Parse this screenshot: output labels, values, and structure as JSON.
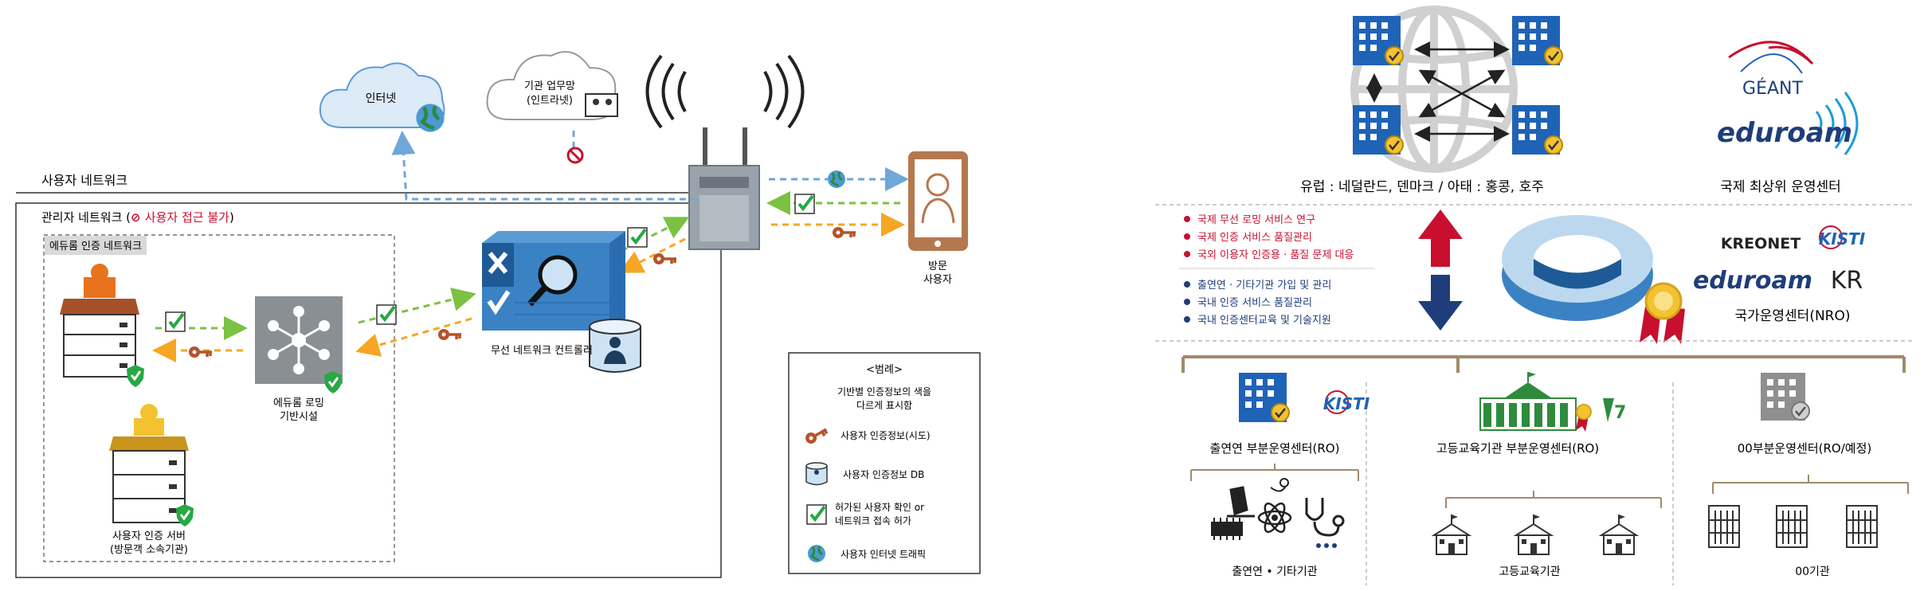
{
  "left": {
    "cloud_internet": "인터넷",
    "cloud_intranet_line1": "기관 업무망",
    "cloud_intranet_line2": "(인트라넷)",
    "user_network": "사용자 네트워크",
    "admin_network_prefix": "관리자 네트워크 (",
    "admin_network_note": "사용자 접근 불가",
    "admin_network_suffix": ")",
    "eduroam_auth_network": "에듀롬 인증 네트워크",
    "controller_label": "무선 네트워크 컨트롤러",
    "roaming_line1": "에듀롬 로밍",
    "roaming_line2": "기반시설",
    "auth_server_line1": "사용자 인증 서버",
    "auth_server_line2": "(방문객 소속기관)",
    "visitor_line1": "방문",
    "visitor_line2": "사용자",
    "legend": {
      "title": "<범례>",
      "desc_line1": "기반별 인증정보의 색을",
      "desc_line2": "다르게 표시함",
      "item_key": "사용자 인증정보(시도)",
      "item_db": "사용자 인증정보 DB",
      "item_check_line1": "허가된 사용자 확인 or",
      "item_check_line2": "네트워크 접속 허가",
      "item_globe": "사용자 인터넷 트래픽"
    }
  },
  "right": {
    "region_label": "유럽 : 네덜란드, 덴마크 / 아태 : 홍콩, 호주",
    "geant": "GÉANT",
    "eduroam": "eduroam",
    "top_operator": "국제 최상위 운영센터",
    "intl_tasks": [
      "국제 무선 로밍 서비스 연구",
      "국제 인증 서비스 품질관리",
      "국외 이용자 인증용 · 품질 문제 대응"
    ],
    "domestic_tasks": [
      "출연연 · 기타기관 가입 및 관리",
      "국내 인증 서비스 품질관리",
      "국내 인증센터교육 및 기술지원"
    ],
    "kreonet": "KREONET",
    "kisti": "KISTI",
    "kr": "KR",
    "nro": "국가운영센터(NRO)",
    "ro1": "출연연 부분운영센터(RO)",
    "ro2": "고등교육기관 부분운영센터(RO)",
    "ro3": "00부분운영센터(RO/예정)",
    "inst1": "출연연 • 기타기관",
    "inst2": "고등교육기관",
    "inst3": "00기관",
    "colors": {
      "red": "#c8102e",
      "navy": "#1f3d7a",
      "blue": "#1d6fc0",
      "brown": "#a08b6a"
    }
  }
}
